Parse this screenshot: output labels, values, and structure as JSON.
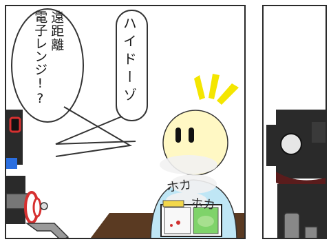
{
  "panels": [
    {
      "id": "left",
      "speech_bubbles": [
        {
          "speaker": "boy",
          "lines": [
            "遠距離",
            "電子レンジ!?"
          ]
        },
        {
          "speaker": "robot",
          "lines": [
            "ハイドーゾ"
          ]
        }
      ],
      "sfx": [
        "ホカ",
        "ホカ"
      ]
    },
    {
      "id": "right"
    }
  ],
  "colors": {
    "panel_border": "#2a2a2a",
    "face": "#fff8c4",
    "shirt": "#bfe6f5",
    "shine": "#f4e600",
    "robot_body": "#2a2a2a",
    "robot_light": "#e03030",
    "robot_blue": "#2a6ee0",
    "table": "#5a3a22",
    "steam": "#f0f0f0"
  }
}
